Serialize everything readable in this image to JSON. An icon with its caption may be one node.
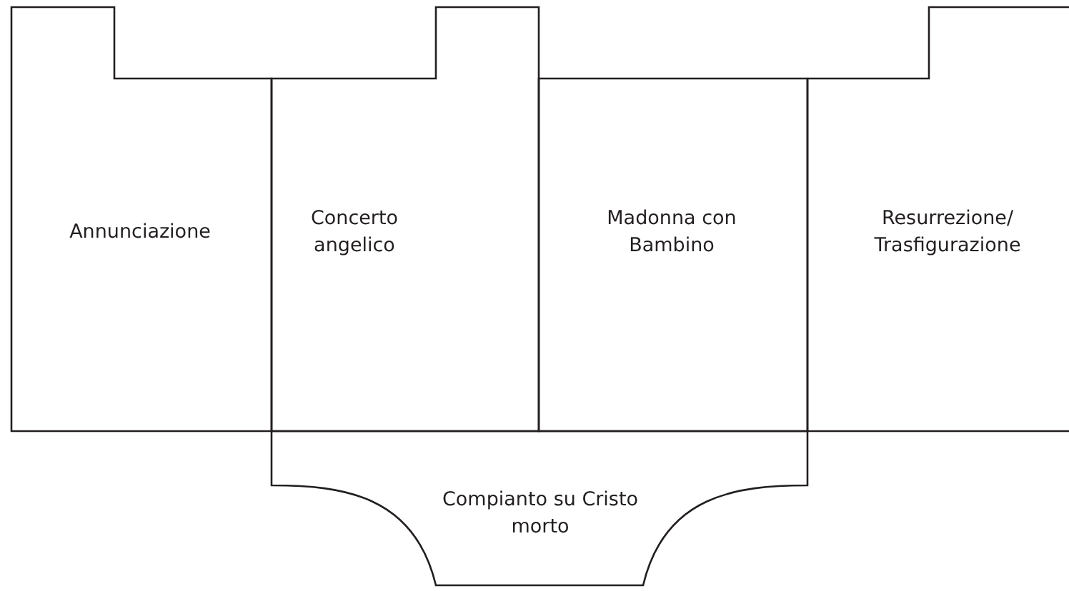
{
  "diagram": {
    "nodes": [
      {
        "text": [
          "Annunciazione"
        ]
      },
      {
        "text": [
          "Concerto angelico"
        ]
      },
      {
        "text": [
          "Madonna con Bambino"
        ]
      },
      {
        "text": [
          "Resurrezione/ Trasfigurazione"
        ]
      },
      {
        "text": [
          "Compianto su Cristo morto"
        ]
      }
    ]
  }
}
